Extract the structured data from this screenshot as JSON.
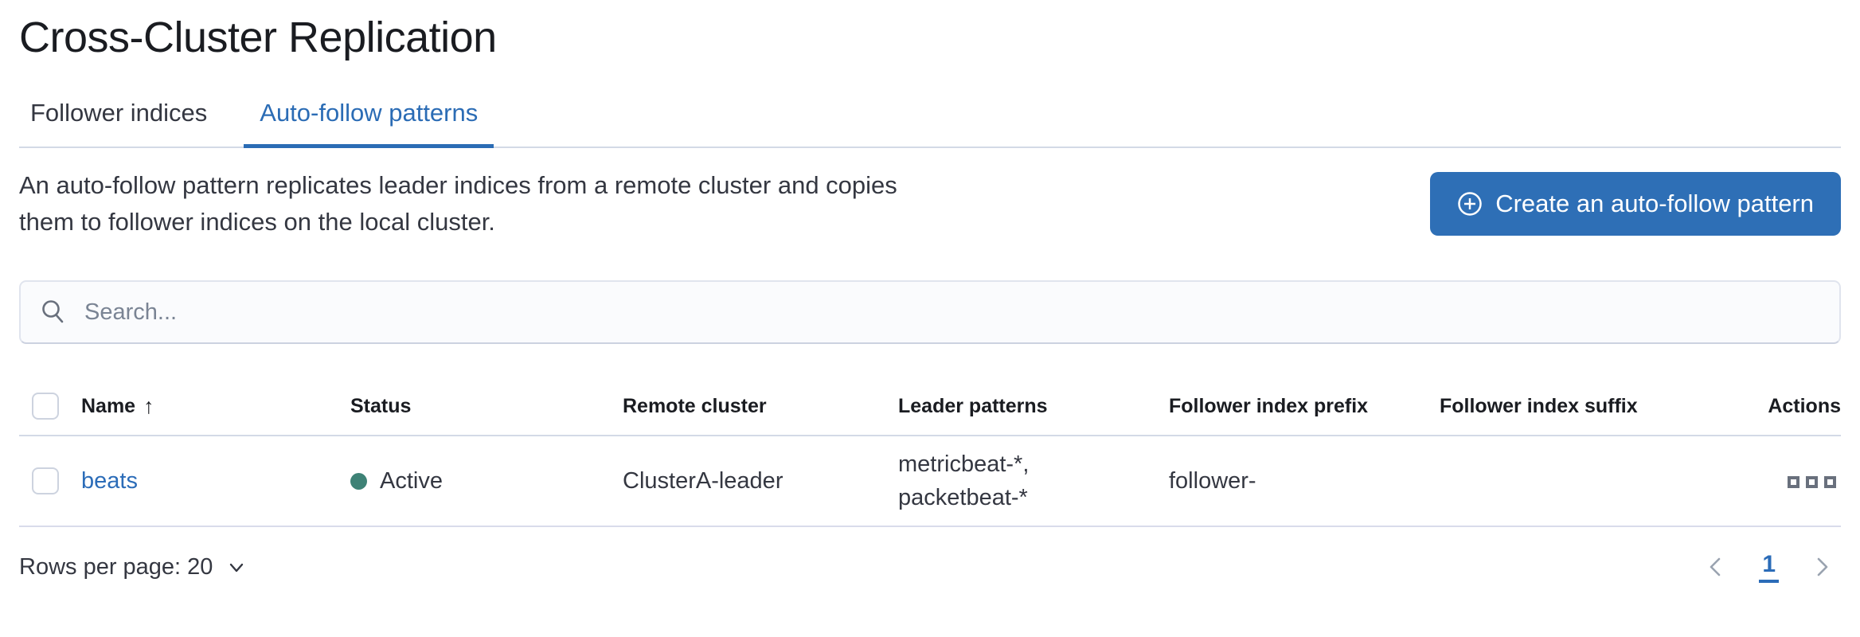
{
  "page_title": "Cross-Cluster Replication",
  "tabs": {
    "follower_indices": "Follower indices",
    "auto_follow_patterns": "Auto-follow patterns"
  },
  "description": "An auto-follow pattern replicates leader indices from a remote cluster and copies them to follower indices on the local cluster.",
  "toolbar": {
    "create_button_label": "Create an auto-follow pattern"
  },
  "search": {
    "placeholder": "Search..."
  },
  "table": {
    "headers": {
      "name": "Name",
      "status": "Status",
      "remote_cluster": "Remote cluster",
      "leader_patterns": "Leader patterns",
      "follower_index_prefix": "Follower index prefix",
      "follower_index_suffix": "Follower index suffix",
      "actions": "Actions"
    },
    "sort_icon": "↑",
    "rows": [
      {
        "name": "beats",
        "status": "Active",
        "remote_cluster": "ClusterA-leader",
        "leader_patterns_line1": "metricbeat-*,",
        "leader_patterns_line2": "packetbeat-*",
        "follower_index_prefix": "follower-",
        "follower_index_suffix": ""
      }
    ]
  },
  "pagination": {
    "rows_per_page": "Rows per page: 20",
    "current_page": "1"
  },
  "colors": {
    "accent_blue": "#2b6cb5",
    "button_blue": "#2e6fb6",
    "status_active_green": "#3e8276"
  }
}
